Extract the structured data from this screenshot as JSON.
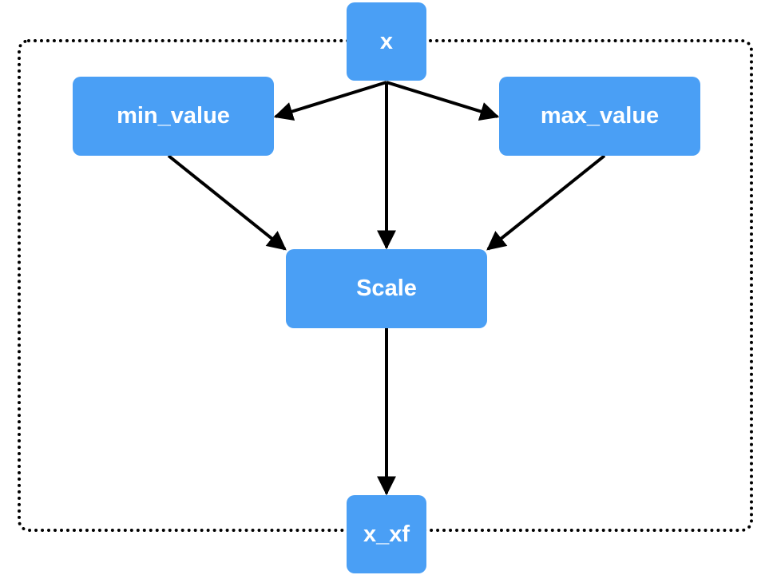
{
  "diagram": {
    "nodes": [
      {
        "id": "x",
        "label": "x"
      },
      {
        "id": "min_value",
        "label": "min_value"
      },
      {
        "id": "max_value",
        "label": "max_value"
      },
      {
        "id": "scale",
        "label": "Scale"
      },
      {
        "id": "x_xf",
        "label": "x_xf"
      }
    ],
    "edges": [
      {
        "from": "x",
        "to": "min_value"
      },
      {
        "from": "x",
        "to": "max_value"
      },
      {
        "from": "x",
        "to": "scale"
      },
      {
        "from": "min_value",
        "to": "scale"
      },
      {
        "from": "max_value",
        "to": "scale"
      },
      {
        "from": "scale",
        "to": "x_xf"
      }
    ],
    "colors": {
      "node_fill": "#4a9ff5",
      "node_text": "#ffffff",
      "edge": "#000000",
      "group_border": "#000000"
    }
  }
}
